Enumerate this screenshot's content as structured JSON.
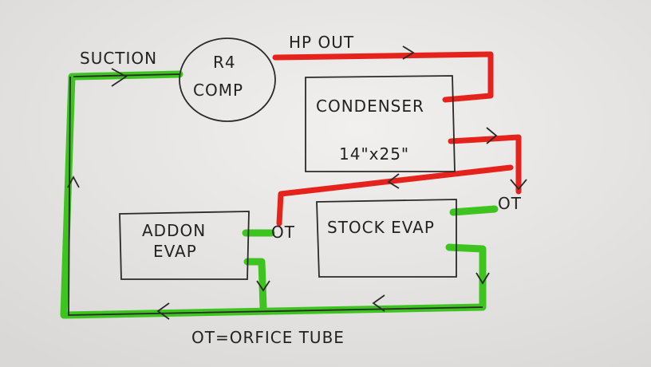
{
  "diagram": {
    "compressor": {
      "line1": "R4",
      "line2": "COMP"
    },
    "labels": {
      "suction": "SUCTION",
      "hp_out": "HP OUT",
      "legend": "OT=ORFICE TUBE"
    },
    "condenser": {
      "name": "CONDENSER",
      "size": "14\"x25\""
    },
    "addon_evap": {
      "line1": "ADDON",
      "line2": "EVAP"
    },
    "stock_evap": {
      "name": "STOCK EVAP"
    },
    "orifice_tubes": [
      "OT",
      "OT"
    ],
    "colors": {
      "high_pressure": "#e5231c",
      "low_pressure": "#3dc41f",
      "paper": "#e9e8e6"
    }
  }
}
